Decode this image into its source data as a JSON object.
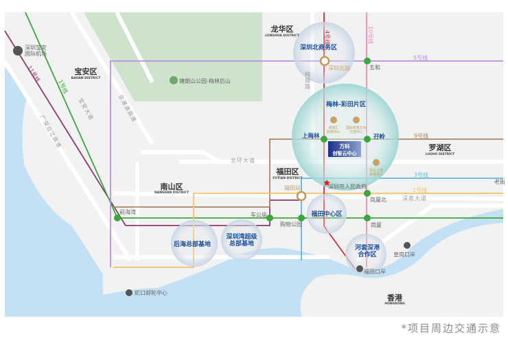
{
  "districts": [
    {
      "name": "龙华区",
      "en": "LONGHUA DISTRICT"
    },
    {
      "name": "宝安区",
      "en": "BAOAN DISTRICT"
    },
    {
      "name": "罗湖区",
      "en": "LUOHU DISTRICT"
    },
    {
      "name": "福田区",
      "en": "FUTIAN DISTRICT"
    },
    {
      "name": "南山区",
      "en": "NANSHAN DISTRICT"
    },
    {
      "name": "香港",
      "en": "HONGKONG"
    }
  ],
  "lines": {
    "l1": "1号线",
    "l2": "2号线",
    "l3": "3号线",
    "l4": "4号线",
    "l5": "5号线",
    "l9": "9号线",
    "l10": "10号线",
    "l11": "11号线"
  },
  "line_colors": {
    "l1": "#3ba63d",
    "l2": "#f4c26c",
    "l3": "#5db7e0",
    "l4": "#d3303b",
    "l5": "#b98fe0",
    "l9": "#a98560",
    "l10": "#e98bb7",
    "l11": "#8b3b6c"
  },
  "stations": {
    "qianhaiwan": "前海湾",
    "chegongmiao": "车公庙",
    "gouwugongyuan": "购物公园",
    "gangxia": "岗厦",
    "gangxiabei": "岗厦北",
    "shangmeilin": "上梅林",
    "maling": "孖岭",
    "wuhe": "五和",
    "szbei": "深圳北站",
    "futian": "福田站"
  },
  "zones": {
    "north": "深圳北商务区",
    "meilin": "梅林-彩田片区",
    "futian_cbd": "福田中心区",
    "houhai": "后海总部基地",
    "szbay1": "深圳湾超级",
    "szbay2": "总部基地",
    "hetao1": "河套深港",
    "hetao2": "合作区"
  },
  "project": {
    "line1": "万科",
    "line2": "创智云中心"
  },
  "pois": {
    "zhuoyue1": "卓悦汇",
    "zhuoyue2": "购物中心",
    "sports1": "国际体育文化",
    "sports2": "交流中心",
    "shenye1": "深业上城",
    "shenye2": "购物中心",
    "gov": "深圳市人民政府",
    "park": "塘朗山公园-梅林后山",
    "airport1": "深圳宝安",
    "airport2": "国际机场",
    "shekou": "蛇口邮轮中心",
    "huanggang": "皇岗口岸",
    "futian_port": "福田口岸",
    "laojie": "老街"
  },
  "roads": {
    "beihuan": "北环大道",
    "shennan": "深南大道",
    "meiguan": "梅观路",
    "baoan": "宝安大道",
    "jingang": "京港澳高速",
    "guangshen": "广深沿江高速"
  },
  "caption": "*项目周边交通示意"
}
